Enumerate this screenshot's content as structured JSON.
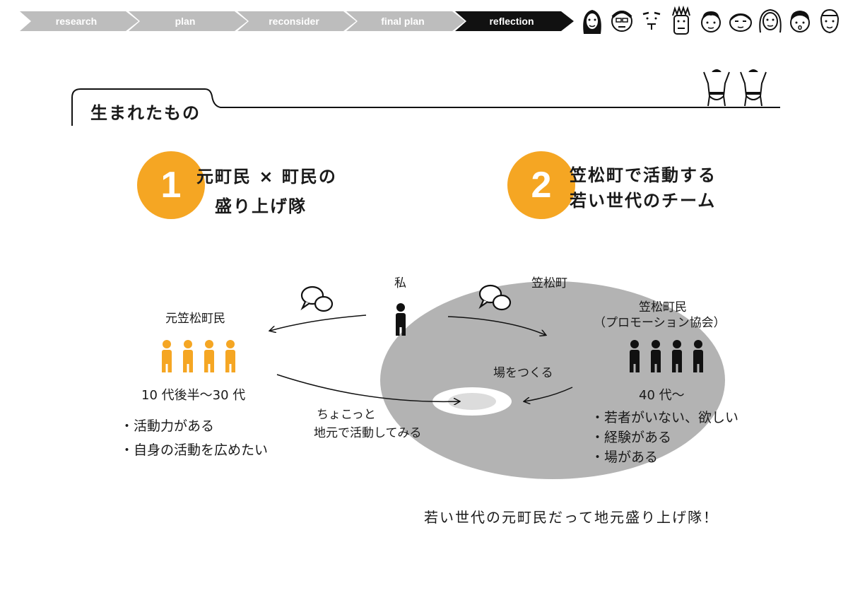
{
  "breadcrumb": [
    {
      "label": "research",
      "active": false
    },
    {
      "label": "plan",
      "active": false
    },
    {
      "label": "reconsider",
      "active": false
    },
    {
      "label": "final plan",
      "active": false
    },
    {
      "label": "reflection",
      "active": true
    }
  ],
  "colors": {
    "crumb_inactive": "#bdbdbd",
    "crumb_active": "#111111",
    "accent": "#f5a623",
    "ellipse": "#b3b3b3"
  },
  "section": {
    "title": "生まれたもの"
  },
  "outcomes": [
    {
      "number": "1",
      "lines": [
        "元町民 × 町民の",
        "盛り上げ隊"
      ]
    },
    {
      "number": "2",
      "lines": [
        "笠松町で活動する",
        "若い世代のチーム"
      ]
    }
  ],
  "diagram": {
    "me_label": "私",
    "town_label": "笠松町",
    "former": {
      "label": "元笠松町民",
      "age": "10 代後半〜30 代",
      "bullets": [
        "・活動力がある",
        "・自身の活動を広めたい"
      ]
    },
    "residents": {
      "label_line1": "笠松町民",
      "label_line2": "（プロモーション協会）",
      "age": "40 代〜",
      "bullets": [
        "・若者がいない、欲しい",
        "・経験がある",
        "・場がある"
      ]
    },
    "place_label": "場をつくる",
    "try_line1": "ちょこっと",
    "try_line2": "地元で活動してみる"
  },
  "slogan": "若い世代の元町民だって地元盛り上げ隊！"
}
